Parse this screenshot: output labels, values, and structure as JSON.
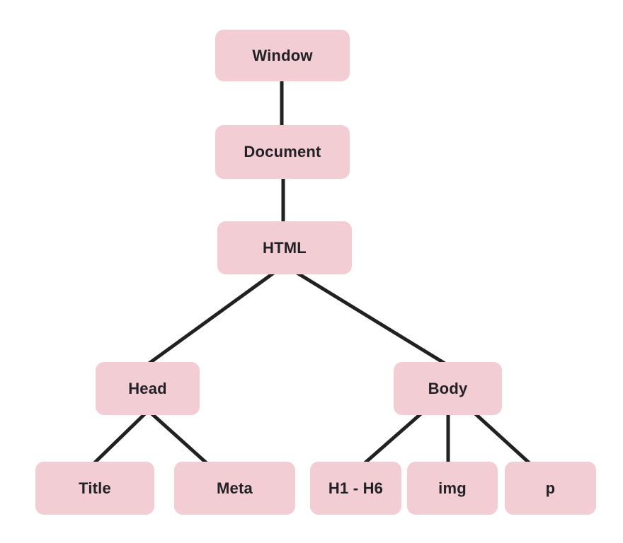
{
  "diagram": {
    "description": "DOM tree diagram",
    "colors": {
      "node_fill": "#f3cdd4",
      "node_text": "#222226",
      "edge_stroke": "#212121",
      "background": "#ffffff"
    },
    "nodes": {
      "window": {
        "label": "Window"
      },
      "document": {
        "label": "Document"
      },
      "html": {
        "label": "HTML"
      },
      "head": {
        "label": "Head"
      },
      "body": {
        "label": "Body"
      },
      "title": {
        "label": "Title"
      },
      "meta": {
        "label": "Meta"
      },
      "h1h6": {
        "label": "H1 - H6"
      },
      "img": {
        "label": "img"
      },
      "p": {
        "label": "p"
      }
    },
    "edges": [
      {
        "from": "window",
        "to": "document"
      },
      {
        "from": "document",
        "to": "html"
      },
      {
        "from": "html",
        "to": "head"
      },
      {
        "from": "html",
        "to": "body"
      },
      {
        "from": "head",
        "to": "title"
      },
      {
        "from": "head",
        "to": "meta"
      },
      {
        "from": "body",
        "to": "h1h6"
      },
      {
        "from": "body",
        "to": "img"
      },
      {
        "from": "body",
        "to": "p"
      }
    ]
  }
}
